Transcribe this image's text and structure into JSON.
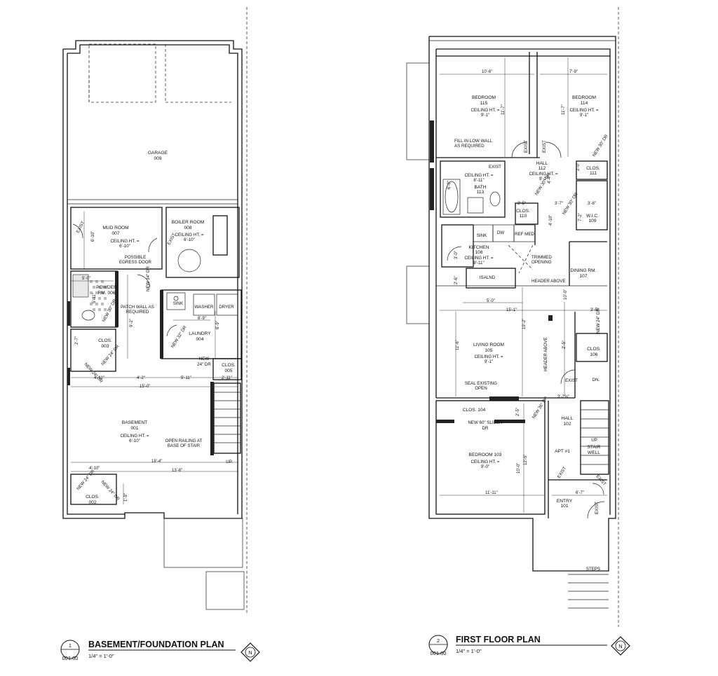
{
  "basement": {
    "title": "BASEMENT/FOUNDATION PLAN",
    "scale": "1/4\" = 1'-0\"",
    "detail_no": "1",
    "sheet_no": "001.00",
    "north": "N",
    "garage": {
      "name": "GARAGE",
      "num": "009"
    },
    "mud_room": {
      "name": "MUD ROOM",
      "num": "007",
      "ceil": "CEILING HT. =",
      "ceil_val": "6'-10\""
    },
    "boiler_room": {
      "name": "BOILER ROOM",
      "num": "008",
      "ceil": "CEILING HT. =",
      "ceil_val": "6'-10\""
    },
    "powder": {
      "name": "POWDER",
      "num": "RM. 006"
    },
    "laundry": {
      "name": "LAUNDRY",
      "num": "004"
    },
    "clos_003": {
      "name": "CLOS.",
      "num": "003"
    },
    "clos_005": {
      "name": "CLOS.",
      "num": "005"
    },
    "clos_002": {
      "name": "CLOS.",
      "num": "002"
    },
    "basement_room": {
      "name": "BASEMENT",
      "num": "001",
      "ceil": "CEILING HT. =",
      "ceil_val": "6'-10\""
    },
    "notes": {
      "egress_1": "POSSIBLE",
      "egress_2": "EGRESS DOOR",
      "patch_1": "PATCH WALL AS",
      "patch_2": "REQUIRED",
      "rail_1": "OPEN RAILING AT",
      "rail_2": "BASE OF STAIR",
      "sink": "SINK",
      "washer": "WASHER",
      "dryer": "DRYER",
      "up": "UP.",
      "new_24_dr": "24\" DR",
      "new": "NEW"
    },
    "doors": {
      "exist": "EXIST",
      "new34": "NEW 34\" DR",
      "new30": "NEW 30\" DR",
      "new32": "NEW 32\" DR",
      "new24": "NEW 24\" DR"
    },
    "dims": {
      "d_5_0": "5'-0\"",
      "d_6_10": "6'-10\"",
      "d_5_11": "5'-11\"",
      "d_8_9": "8'-9\"",
      "d_6_9": "6'-9\"",
      "d_9_2": "9'-2\"",
      "d_2_7": "2'-7\"",
      "d_4_11": "4'-11\"",
      "d_4_2": "4'-2\"",
      "d_5_11b": "5'-11\"",
      "d_2_11": "2'-11\"",
      "d_15_0": "15'-0\"",
      "d_18_4": "18'-4\"",
      "d_4_10": "4'-10\"",
      "d_13_6": "13'-6\"",
      "d_1_9": "1'-9\""
    }
  },
  "first": {
    "title": "FIRST FLOOR PLAN",
    "scale": "1/4\" = 1'-0\"",
    "detail_no": "2",
    "sheet_no": "001.00",
    "north": "N",
    "bed115": {
      "name": "BEDROOM",
      "num": "115",
      "ceil": "CEILING HT. =",
      "ceil_val": "9'-1\""
    },
    "bed114": {
      "name": "BEDROOM",
      "num": "114",
      "ceil": "CEILING HT. =",
      "ceil_val": "9'-1\""
    },
    "hall112": {
      "name": "HALL",
      "num": "112",
      "ceil": "CEILING HT. =",
      "ceil_val": "9'-1\""
    },
    "clos111": {
      "name": "CLOS.",
      "num": "111"
    },
    "bath113": {
      "name": "BATH",
      "num": "113",
      "ceil": "CEILING HT. =",
      "ceil_val": "8'-11\""
    },
    "clos110": {
      "name": "CLOS.",
      "num": "110"
    },
    "wic109": {
      "name": "W.I.C.",
      "num": "109"
    },
    "kitchen108": {
      "name": "KITCHEN",
      "num": "108",
      "ceil": "CEILING HT. =",
      "ceil_val": "8'-11\""
    },
    "dining107": {
      "name": "DINING RM.",
      "num": "107"
    },
    "clos106": {
      "name": "CLOS.",
      "num": "106"
    },
    "living105": {
      "name": "LIVING ROOM",
      "num": "105",
      "ceil": "CEILING HT. =",
      "ceil_val": "9'-1\""
    },
    "clos104": {
      "name": "CLOS. 104"
    },
    "bed103": {
      "name": "BEDROOM 103",
      "ceil": "CEILING HT. =",
      "ceil_val": "9'-0\""
    },
    "hall102": {
      "name": "HALL",
      "num": "102"
    },
    "apt": {
      "name": "APT #1"
    },
    "entry101": {
      "name": "ENTRY",
      "num": "101"
    },
    "stair": {
      "name1": "STAIR",
      "name2": "WELL"
    },
    "notes": {
      "fill_1": "FILL IN LOW WALL",
      "fill_2": "AS REQUIRED",
      "island": "ISALND",
      "header_above": "HEADER ABOVE",
      "header_above_v": "HEADER ABOVE",
      "trim_1": "TRIMMED",
      "trim_2": "OPENING",
      "seal_1": "SEAL EXISTING",
      "seal_2": "OPEN",
      "slider_1": "NEW 60\" SLIDER",
      "slider_2": "DR",
      "sink": "SINK",
      "dw": "DW",
      "ref": "REF MED",
      "up": "UP.",
      "dn": "DN.",
      "steps": "STEPS",
      "exist": "EXIST"
    },
    "doors": {
      "new30": "NEW 30\" DR",
      "new24": "NEW 24\" DR",
      "new36": "NEW 36\" DR"
    },
    "dims": {
      "d_10_6": "10'-6\"",
      "d_7_9": "7'-9\"",
      "d_11_7a": "11'-7\"",
      "d_11_7b": "11'-7\"",
      "d_2_0": "2'-0\"",
      "d_4_4": "4'-4\"",
      "d_6_0": "6'-0\"",
      "d_3_5": "3'-5\"",
      "d_3_7": "3'-7\"",
      "d_3_8": "3'-8\"",
      "d_7_2": "7'-2\"",
      "d_4_10": "4'-10\"",
      "d_3_0": "3'-0\"",
      "d_2_6": "2'-6\"",
      "d_5_0": "5'-0\"",
      "d_10_0a": "10'-0\"",
      "d_15_1": "15'-1\"",
      "d_3_5b": "3'-5\"",
      "d_19_2": "19'-2\"",
      "d_11_6": "11'-6\"",
      "d_2_5a": "2'-5\"",
      "d_2_5b": "2'-5\"",
      "d_3_2": "3'-2⅝\"",
      "d_12_5": "12'-5\"",
      "d_10_0b": "10'-0\"",
      "d_11_11": "11'-11\"",
      "d_6_7": "6'-7\""
    }
  }
}
